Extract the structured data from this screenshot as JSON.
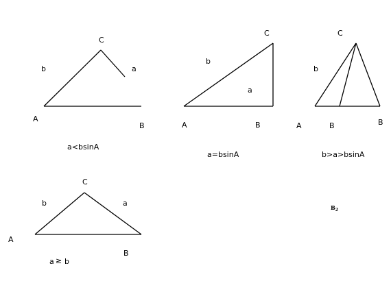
{
  "panels": [
    {
      "vertex_labels": {
        "A": "A",
        "B": "B",
        "C": "C"
      },
      "side_labels": {
        "a": "a",
        "b": "b"
      },
      "caption": "a<bsinA"
    },
    {
      "vertex_labels": {
        "A": "A",
        "B": "B",
        "C": "C"
      },
      "side_labels": {
        "a": "a",
        "b": "b"
      },
      "caption": "a=bsinA"
    },
    {
      "vertex_labels": {
        "A": "A",
        "B": "B",
        "B2": "B",
        "C": "C"
      },
      "side_labels": {
        "b": "b"
      },
      "caption": "b>a>bsinA",
      "footnote": "B",
      "footnote_sub": "2"
    },
    {
      "vertex_labels": {
        "A": "A",
        "B": "B",
        "C": "C"
      },
      "side_labels": {
        "a": "a",
        "b": "b"
      },
      "caption_left": "a",
      "caption_symbol": "≥",
      "caption_right": "b"
    }
  ]
}
